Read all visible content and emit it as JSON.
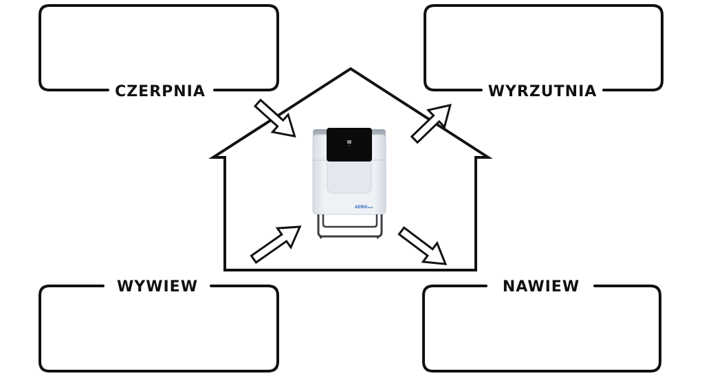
{
  "diagram": {
    "title": "",
    "colors": {
      "stroke": "#111111",
      "background": "#ffffff",
      "unit_body": "#e9edf2",
      "unit_panel": "#0b0b0b",
      "unit_frame": "#3a3d42",
      "logo": "#2a63b8"
    },
    "boxes": [
      {
        "id": "czerpnia",
        "label": "CZERPNIA",
        "position": "top-left",
        "label_side": "bottom",
        "content": ""
      },
      {
        "id": "wyrzutnia",
        "label": "WYRZUTNIA",
        "position": "top-right",
        "label_side": "bottom",
        "content": ""
      },
      {
        "id": "wywiew",
        "label": "WYWIEW",
        "position": "bottom-left",
        "label_side": "top",
        "content": ""
      },
      {
        "id": "nawiew",
        "label": "NAWIEW",
        "position": "bottom-right",
        "label_side": "top",
        "content": ""
      }
    ],
    "house": {
      "shape": "house-outline"
    },
    "unit": {
      "name": "ventilation-unit",
      "logo_main": "AERIS",
      "logo_sub": "next"
    },
    "arrows": [
      {
        "id": "intake-arrow",
        "from": "czerpnia",
        "to": "unit",
        "direction": "down-right"
      },
      {
        "id": "exhaust-arrow",
        "from": "unit",
        "to": "wyrzutnia",
        "direction": "up-right"
      },
      {
        "id": "extract-arrow",
        "from": "wywiew",
        "to": "unit",
        "direction": "up-right"
      },
      {
        "id": "supply-arrow",
        "from": "unit",
        "to": "nawiew",
        "direction": "down-right"
      }
    ]
  }
}
